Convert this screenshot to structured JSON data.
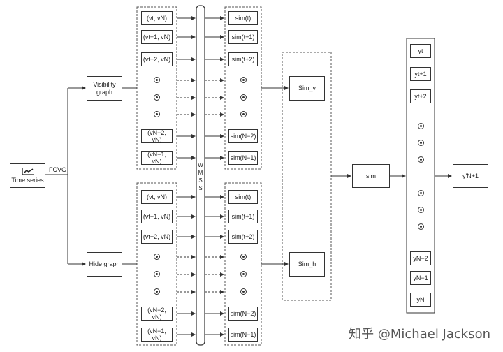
{
  "nodes": {
    "time_series": "Time series",
    "fcvg": "FCVG",
    "visibility_graph": "Visibility graph",
    "hide_graph": "Hide graph",
    "wmss": [
      "W",
      "M",
      "S",
      "S"
    ],
    "sim_v": "Sim_v",
    "sim_h": "Sim_h",
    "sim": "sim",
    "output": "y'N+1"
  },
  "pair_labels": [
    "(vt, vN)",
    "(vt+1, vN)",
    "(vt+2, vN)",
    "(vN−2, vN)",
    "(vN−1, vN)"
  ],
  "sim_labels": [
    "sim(t)",
    "sim(t+1)",
    "sim(t+2)",
    "sim(N−2)",
    "sim(N−1)"
  ],
  "y_labels": {
    "top": [
      "yt",
      "yt+1",
      "yt+2"
    ],
    "bottom": [
      "yN−2",
      "yN−1",
      "yN"
    ]
  },
  "watermark": "知乎 @Michael Jackson"
}
